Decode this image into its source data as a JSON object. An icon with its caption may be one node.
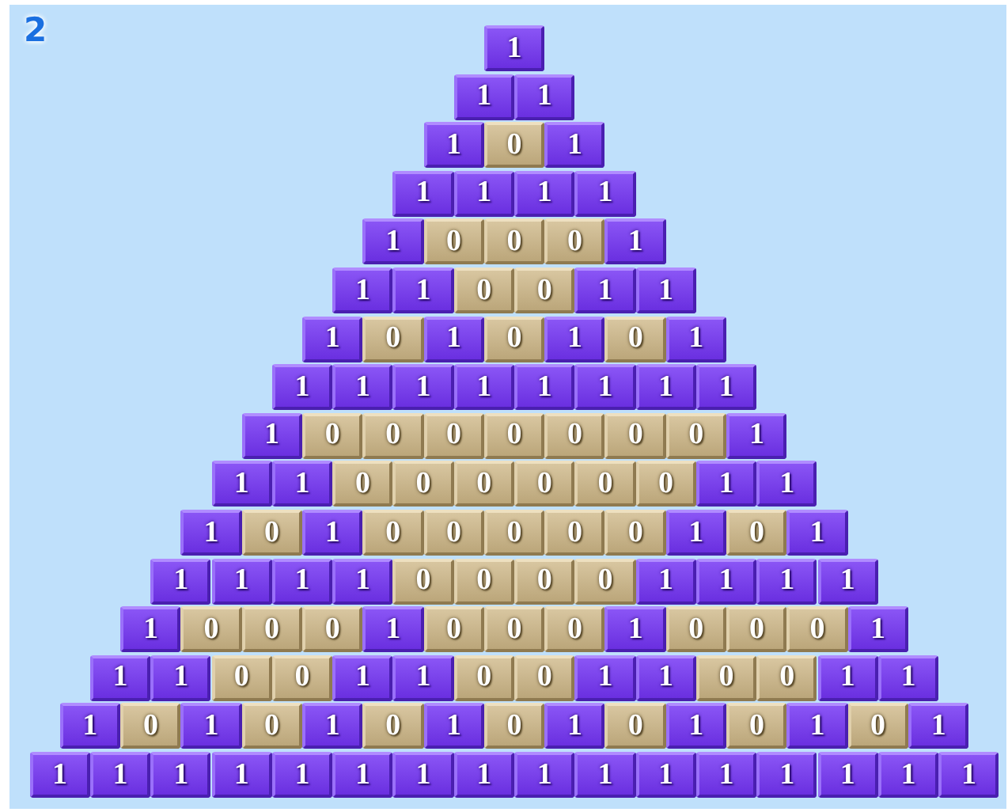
{
  "diagram": {
    "nodes": [
      {
        "text": [
          "1"
        ]
      },
      {
        "text": [
          "1"
        ]
      },
      {
        "text": [
          "1"
        ]
      },
      {
        "text": [
          "1"
        ]
      },
      {
        "text": [
          "0"
        ]
      },
      {
        "text": [
          "1"
        ]
      },
      {
        "text": [
          "1"
        ]
      },
      {
        "text": [
          "1"
        ]
      },
      {
        "text": [
          "1"
        ]
      },
      {
        "text": [
          "1"
        ]
      },
      {
        "text": [
          "1"
        ]
      },
      {
        "text": [
          "0"
        ]
      },
      {
        "text": [
          "0"
        ]
      },
      {
        "text": [
          "0"
        ]
      },
      {
        "text": [
          "1"
        ]
      },
      {
        "text": [
          "1"
        ]
      },
      {
        "text": [
          "1"
        ]
      },
      {
        "text": [
          "0"
        ]
      },
      {
        "text": [
          "0"
        ]
      },
      {
        "text": [
          "1"
        ]
      },
      {
        "text": [
          "1"
        ]
      },
      {
        "text": [
          "1"
        ]
      },
      {
        "text": [
          "0"
        ]
      },
      {
        "text": [
          "1"
        ]
      },
      {
        "text": [
          "0"
        ]
      },
      {
        "text": [
          "1"
        ]
      },
      {
        "text": [
          "0"
        ]
      },
      {
        "text": [
          "1"
        ]
      },
      {
        "text": [
          "1"
        ]
      },
      {
        "text": [
          "1"
        ]
      },
      {
        "text": [
          "1"
        ]
      },
      {
        "text": [
          "1"
        ]
      },
      {
        "text": [
          "1"
        ]
      },
      {
        "text": [
          "1"
        ]
      },
      {
        "text": [
          "1"
        ]
      },
      {
        "text": [
          "1"
        ]
      },
      {
        "text": [
          "1"
        ]
      },
      {
        "text": [
          "0"
        ]
      },
      {
        "text": [
          "0"
        ]
      },
      {
        "text": [
          "0"
        ]
      },
      {
        "text": [
          "0"
        ]
      },
      {
        "text": [
          "0"
        ]
      },
      {
        "text": [
          "0"
        ]
      },
      {
        "text": [
          "0"
        ]
      },
      {
        "text": [
          "1"
        ]
      },
      {
        "text": [
          "1"
        ]
      },
      {
        "text": [
          "1"
        ]
      },
      {
        "text": [
          "0"
        ]
      },
      {
        "text": [
          "0"
        ]
      },
      {
        "text": [
          "0"
        ]
      },
      {
        "text": [
          "0"
        ]
      },
      {
        "text": [
          "0"
        ]
      },
      {
        "text": [
          "0"
        ]
      },
      {
        "text": [
          "1"
        ]
      },
      {
        "text": [
          "1"
        ]
      },
      {
        "text": [
          "1"
        ]
      },
      {
        "text": [
          "0"
        ]
      },
      {
        "text": [
          "1"
        ]
      },
      {
        "text": [
          "0"
        ]
      },
      {
        "text": [
          "0"
        ]
      },
      {
        "text": [
          "0"
        ]
      },
      {
        "text": [
          "0"
        ]
      },
      {
        "text": [
          "0"
        ]
      },
      {
        "text": [
          "1"
        ]
      },
      {
        "text": [
          "0"
        ]
      },
      {
        "text": [
          "1"
        ]
      },
      {
        "text": [
          "1"
        ]
      },
      {
        "text": [
          "1"
        ]
      },
      {
        "text": [
          "1"
        ]
      },
      {
        "text": [
          "1"
        ]
      },
      {
        "text": [
          "0"
        ]
      },
      {
        "text": [
          "0"
        ]
      },
      {
        "text": [
          "0"
        ]
      },
      {
        "text": [
          "0"
        ]
      },
      {
        "text": [
          "1"
        ]
      },
      {
        "text": [
          "1"
        ]
      },
      {
        "text": [
          "1"
        ]
      },
      {
        "text": [
          "1"
        ]
      },
      {
        "text": [
          "1"
        ]
      },
      {
        "text": [
          "0"
        ]
      },
      {
        "text": [
          "0"
        ]
      },
      {
        "text": [
          "0"
        ]
      },
      {
        "text": [
          "1"
        ]
      },
      {
        "text": [
          "0"
        ]
      },
      {
        "text": [
          "0"
        ]
      },
      {
        "text": [
          "0"
        ]
      },
      {
        "text": [
          "1"
        ]
      },
      {
        "text": [
          "0"
        ]
      },
      {
        "text": [
          "0"
        ]
      },
      {
        "text": [
          "0"
        ]
      },
      {
        "text": [
          "1"
        ]
      },
      {
        "text": [
          "1"
        ]
      },
      {
        "text": [
          "1"
        ]
      },
      {
        "text": [
          "0"
        ]
      },
      {
        "text": [
          "0"
        ]
      },
      {
        "text": [
          "1"
        ]
      },
      {
        "text": [
          "1"
        ]
      },
      {
        "text": [
          "0"
        ]
      },
      {
        "text": [
          "0"
        ]
      },
      {
        "text": [
          "1"
        ]
      },
      {
        "text": [
          "1"
        ]
      },
      {
        "text": [
          "0"
        ]
      },
      {
        "text": [
          "0"
        ]
      },
      {
        "text": [
          "1"
        ]
      },
      {
        "text": [
          "1"
        ]
      },
      {
        "text": [
          "1"
        ]
      },
      {
        "text": [
          "0"
        ]
      },
      {
        "text": [
          "1"
        ]
      },
      {
        "text": [
          "0"
        ]
      },
      {
        "text": [
          "1"
        ]
      },
      {
        "text": [
          "0"
        ]
      },
      {
        "text": [
          "1"
        ]
      },
      {
        "text": [
          "0"
        ]
      },
      {
        "text": [
          "1"
        ]
      },
      {
        "text": [
          "0"
        ]
      },
      {
        "text": [
          "1"
        ]
      },
      {
        "text": [
          "0"
        ]
      },
      {
        "text": [
          "1"
        ]
      },
      {
        "text": [
          "0"
        ]
      },
      {
        "text": [
          "1"
        ]
      },
      {
        "text": [
          "1"
        ]
      },
      {
        "text": [
          "1"
        ]
      },
      {
        "text": [
          "1"
        ]
      },
      {
        "text": [
          "1"
        ]
      },
      {
        "text": [
          "1"
        ]
      },
      {
        "text": [
          "1"
        ]
      },
      {
        "text": [
          "1"
        ]
      },
      {
        "text": [
          "1"
        ]
      },
      {
        "text": [
          "1"
        ]
      },
      {
        "text": [
          "1"
        ]
      },
      {
        "text": [
          "1"
        ]
      },
      {
        "text": [
          "1"
        ]
      },
      {
        "text": [
          "1"
        ]
      },
      {
        "text": [
          "1"
        ]
      },
      {
        "text": [
          "1"
        ]
      },
      {
        "text": [
          "1"
        ]
      }
    ],
    "labels": [
      "2"
    ]
  }
}
